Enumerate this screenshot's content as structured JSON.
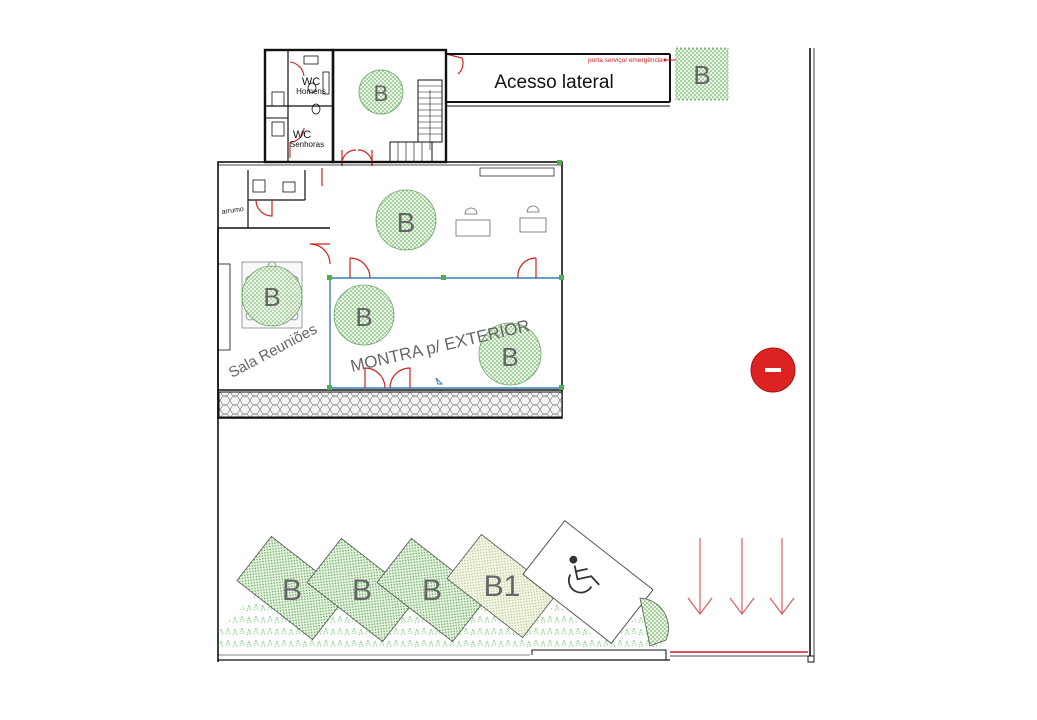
{
  "labels": {
    "wc_top": "WC",
    "homens": "Homens",
    "wc_bottom": "WC",
    "senhoras": "Senhoras",
    "acesso_lateral": "Acesso lateral",
    "porta_servico": "porta serviço/ emergência",
    "arrumo": "arrumo",
    "sala_reunioes": "Sala Reuniões",
    "montra": "MONTRA p/ EXTERIOR"
  },
  "markers": {
    "b": "B",
    "b1": "B1"
  },
  "colors": {
    "wall": "#111111",
    "door": "#cc2222",
    "glazing": "#3a7fb0",
    "planter_green": "#3c9e3c",
    "planter_fill": "#d8ecd0",
    "b1_fill": "#eef3dc",
    "extinguisher": "#dd2222",
    "arrow": "#d86060"
  }
}
